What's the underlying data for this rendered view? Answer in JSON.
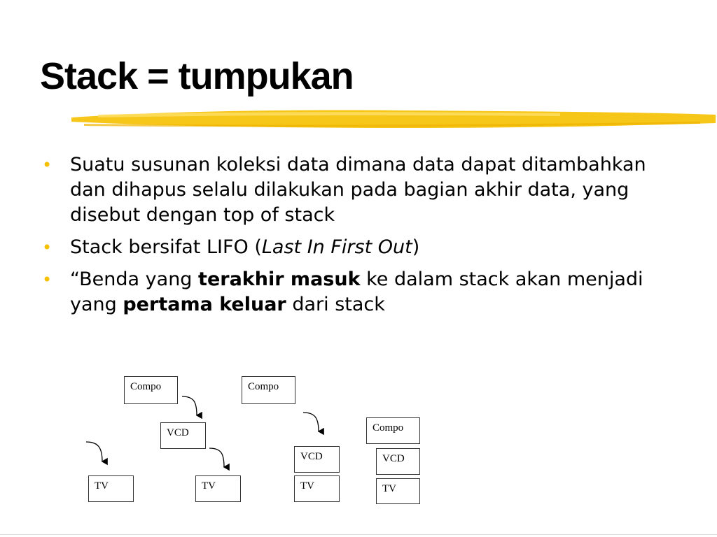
{
  "slide": {
    "title": "Stack = tumpukan",
    "accent_color": "#f5c000",
    "bullets": [
      {
        "text": "Suatu susunan koleksi data dimana data  dapat ditambahkan dan dihapus selalu dilakukan pada bagian akhir data, yang disebut dengan top of stack"
      },
      {
        "prefix": "Stack bersifat LIFO (",
        "italic": "Last In First Out",
        "suffix": ")"
      },
      {
        "part1": "“Benda yang ",
        "bold1": "terakhir masuk",
        "part2": " ke dalam stack akan menjadi yang ",
        "bold2": "pertama keluar",
        "part3": " dari stack"
      }
    ]
  },
  "diagram": {
    "items": {
      "compo": "Compo",
      "vcd": "VCD",
      "tv": "TV"
    }
  }
}
